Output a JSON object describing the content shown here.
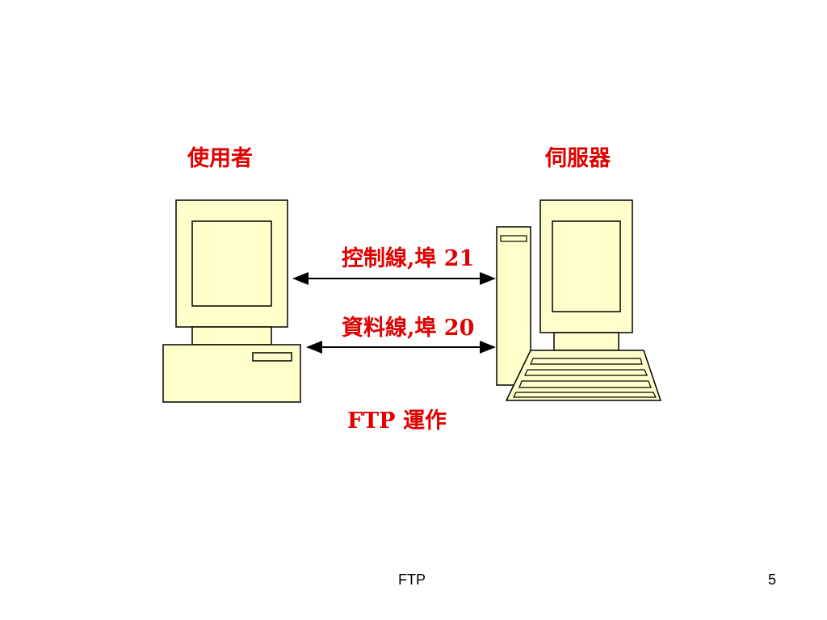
{
  "diagram": {
    "user_label": "使用者",
    "server_label": "伺服器",
    "control_label": "控制線,埠 21",
    "data_label": "資料線,埠 20",
    "caption": "FTP 運作"
  },
  "footer": {
    "title": "FTP",
    "page_number": "5"
  },
  "colors": {
    "label_red": "#e00000",
    "computer_fill": "#ffffcc",
    "outline": "#000000"
  }
}
